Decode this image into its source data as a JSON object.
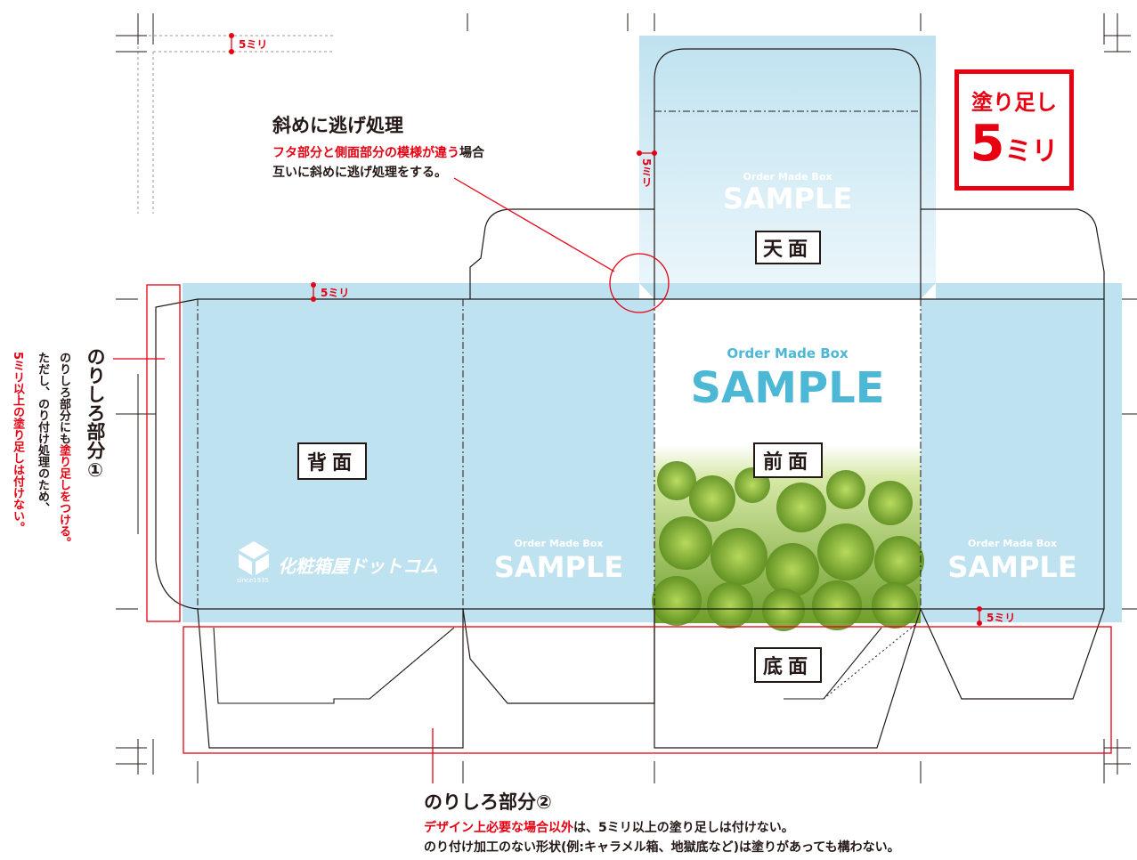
{
  "stamp": {
    "line1": "塗り足し",
    "line2_num": "5",
    "line2_unit": "ミリ"
  },
  "corner_mark": {
    "label": "5ミリ"
  },
  "mm_labels": {
    "top": "5ミリ",
    "bottom": "5ミリ",
    "vertical": "5ミリ"
  },
  "note_diagonal": {
    "title": "斜めに逃げ処理",
    "line1_red": "フタ部分と側面部分の模様が違う",
    "line1_black": "場合",
    "line2": "互いに斜めに逃げ処理をする。"
  },
  "note_glue1": {
    "title": "のりしろ部分①",
    "col1": "のりしろ部分にも",
    "col1_red": "塗り足しをつける。",
    "col2": "ただし、のり付け処理のため、",
    "col3_red": "5ミリ以上の塗り足しは付けない。"
  },
  "note_glue2": {
    "title": "のりしろ部分②",
    "line1_red": "デザイン上必要な場合以外",
    "line1_black": "は、5ミリ以上の塗り足しは付けない。",
    "line2": "のり付け加工のない形状(例:キャラメル箱、地獄底など)は塗りがあっても構わない。"
  },
  "panels": {
    "top": "天面",
    "back": "背面",
    "front": "前面",
    "bottom": "底面"
  },
  "brand": {
    "name": "化粧箱屋ドットコム",
    "since": "since1935"
  },
  "sample": {
    "small": "Order Made Box",
    "big": "SAMPLE"
  },
  "colors": {
    "bleed": "#bfe2f0",
    "red": "#e60012",
    "line": "#231815",
    "sample_text": "#4cb8d6",
    "green": "#7fb83c"
  }
}
